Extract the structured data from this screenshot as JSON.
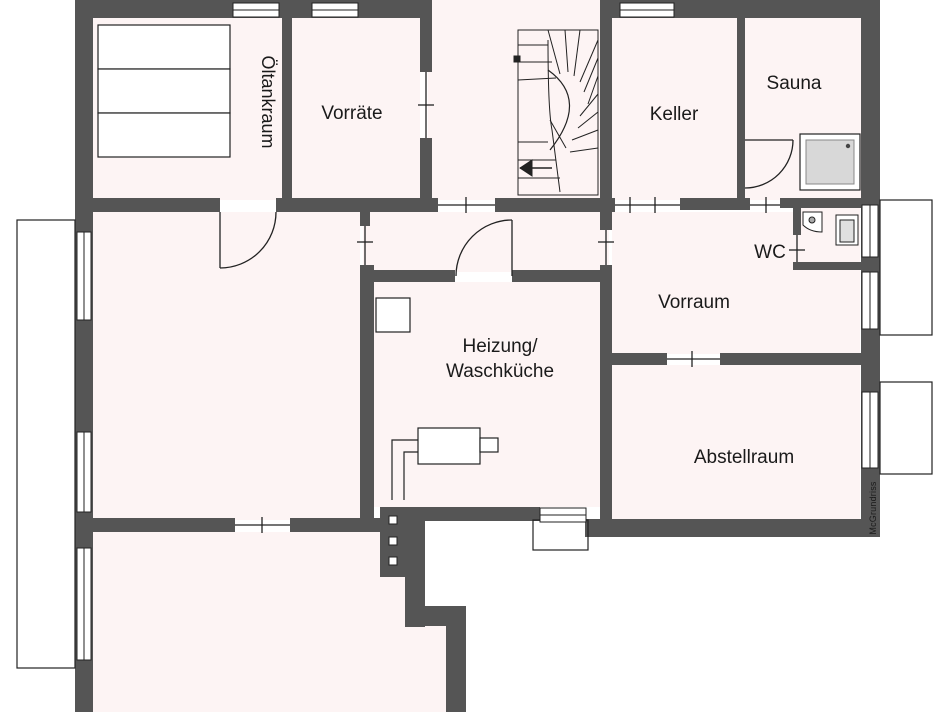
{
  "colors": {
    "wall": "#555555",
    "floor": "#fdf4f4",
    "background": "#ffffff",
    "line": "#222222",
    "window_frame": "#ffffff"
  },
  "rooms": {
    "oeltankraum": "Öltankraum",
    "vorraete": "Vorräte",
    "keller": "Keller",
    "sauna": "Sauna",
    "wc": "WC",
    "vorraum": "Vorraum",
    "heizung_line1": "Heizung/",
    "heizung_line2": "Waschküche",
    "abstellraum": "Abstellraum"
  },
  "brand": "McGrundriss"
}
